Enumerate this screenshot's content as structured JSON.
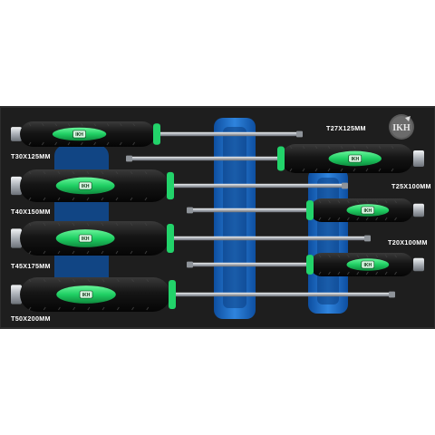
{
  "brand": {
    "logo_text": "IKH",
    "handle_mark": "IKH"
  },
  "colors": {
    "foam": "#1f1f1f",
    "holder": "#1565c0",
    "holder_light": "#3d8fe0",
    "handle_green": "#22d36a",
    "handle_black": "#141414",
    "shaft": "#c8ccd2",
    "label": "#ffffff"
  },
  "screwdrivers": [
    {
      "label": "T30X125MM"
    },
    {
      "label": "T40X150MM"
    },
    {
      "label": "T45X175MM"
    },
    {
      "label": "T50X200MM"
    },
    {
      "label": "T27X125MM"
    },
    {
      "label": "T25X100MM"
    },
    {
      "label": "T20X100MM"
    }
  ]
}
